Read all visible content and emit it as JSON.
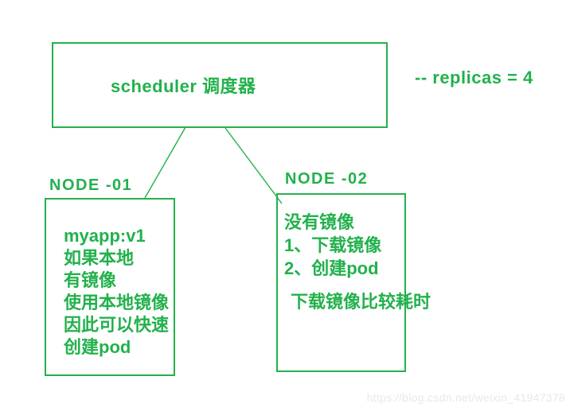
{
  "colors": {
    "accent": "#22B14C",
    "watermark": "#E8E8E8"
  },
  "scheduler": {
    "label": "scheduler 调度器"
  },
  "replicas_note": "-- replicas = 4",
  "nodes": [
    {
      "title": "NODE -01",
      "lines": [
        "myapp:v1",
        "如果本地",
        "有镜像",
        "使用本地镜像",
        "因此可以快速",
        "创建pod"
      ]
    },
    {
      "title": "NODE -02",
      "lines": [
        "没有镜像",
        "1、下载镜像",
        "2、创建pod"
      ],
      "note": "下载镜像比较耗时"
    }
  ],
  "watermark": "https://blog.csdn.net/weixin_41947378"
}
